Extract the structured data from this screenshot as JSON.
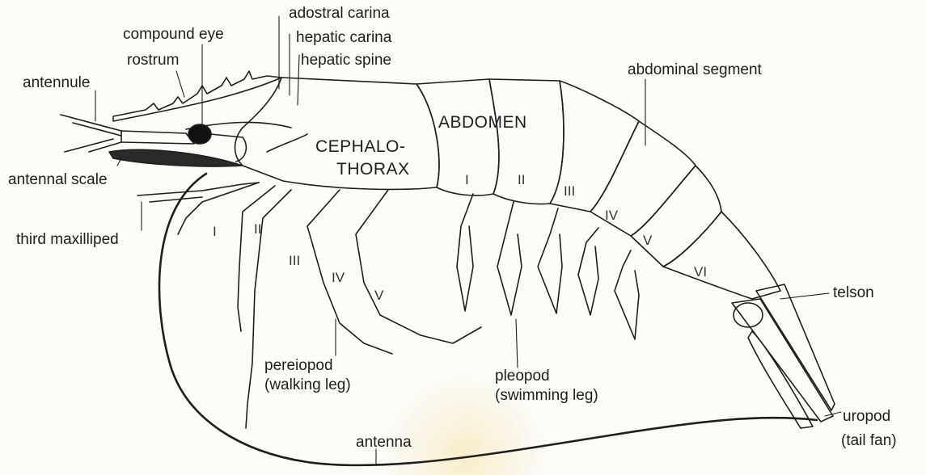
{
  "labels": {
    "adostral_carina": "adostral carina",
    "compound_eye": "compound eye",
    "hepatic_carina": "hepatic carina",
    "rostrum": "rostrum",
    "hepatic_spine": "hepatic spine",
    "abdominal_segment": "abdominal segment",
    "antennule": "antennule",
    "abdomen": "ABDOMEN",
    "cephalo": "CEPHALO-",
    "thorax": "THORAX",
    "antennal_scale": "antennal scale",
    "third_maxilliped": "third maxilliped",
    "telson": "telson",
    "pereiopod": "pereiopod",
    "walking_leg": "(walking leg)",
    "pleopod": "pleopod",
    "swimming_leg": "(swimming leg)",
    "uropod": "uropod",
    "tail_fan": "(tail fan)",
    "antenna": "antenna"
  },
  "numerals": {
    "leg_1": "I",
    "leg_2": "II",
    "leg_3": "III",
    "leg_4": "IV",
    "leg_5": "V",
    "seg_1": "I",
    "seg_2": "II",
    "seg_3": "III",
    "seg_4": "IV",
    "seg_5": "V",
    "seg_6": "VI"
  },
  "colors": {
    "ink": "#1e1e1e",
    "paper": "#fbfbf8"
  }
}
